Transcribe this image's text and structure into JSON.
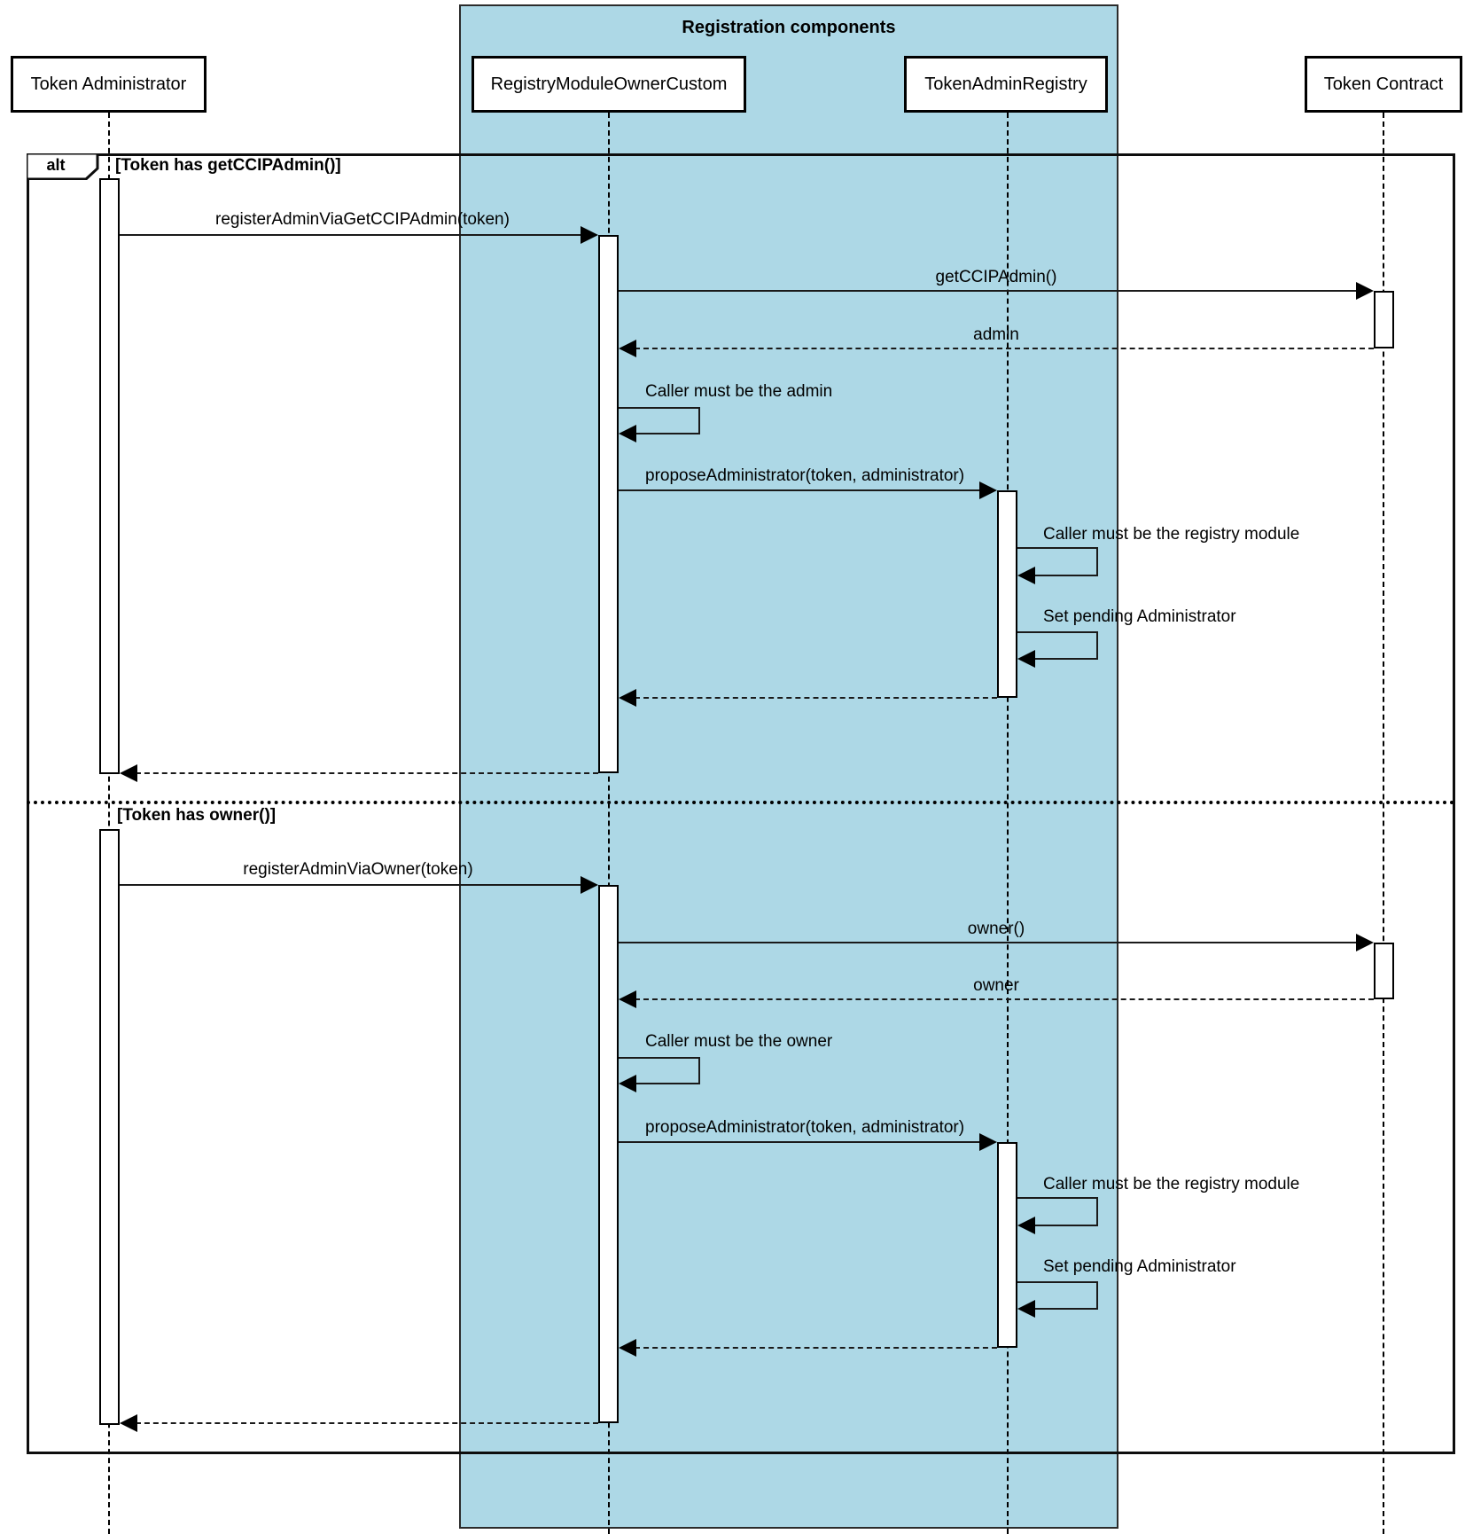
{
  "title": "Registration components",
  "participants": [
    {
      "name": "Token Administrator"
    },
    {
      "name": "RegistryModuleOwnerCustom"
    },
    {
      "name": "TokenAdminRegistry"
    },
    {
      "name": "Token Contract"
    }
  ],
  "frame": {
    "operator": "alt",
    "guards": [
      "[Token has getCCIPAdmin()]",
      "[Token has owner()]"
    ]
  },
  "colors": {
    "container_fill": "#ADD8E6",
    "stroke": "#000000"
  },
  "section1": {
    "call1": "registerAdminViaGetCCIPAdmin(token)",
    "call2": "getCCIPAdmin()",
    "return2": "admin",
    "self1": "Caller must be the admin",
    "call3": "proposeAdministrator(token, administrator)",
    "self2": "Caller must be the registry module",
    "self3": "Set pending Administrator"
  },
  "section2": {
    "call1": "registerAdminViaOwner(token)",
    "call2": "owner()",
    "return2": "owner",
    "self1": "Caller must be the owner",
    "call3": "proposeAdministrator(token, administrator)",
    "self2": "Caller must be the registry module",
    "self3": "Set pending Administrator"
  }
}
